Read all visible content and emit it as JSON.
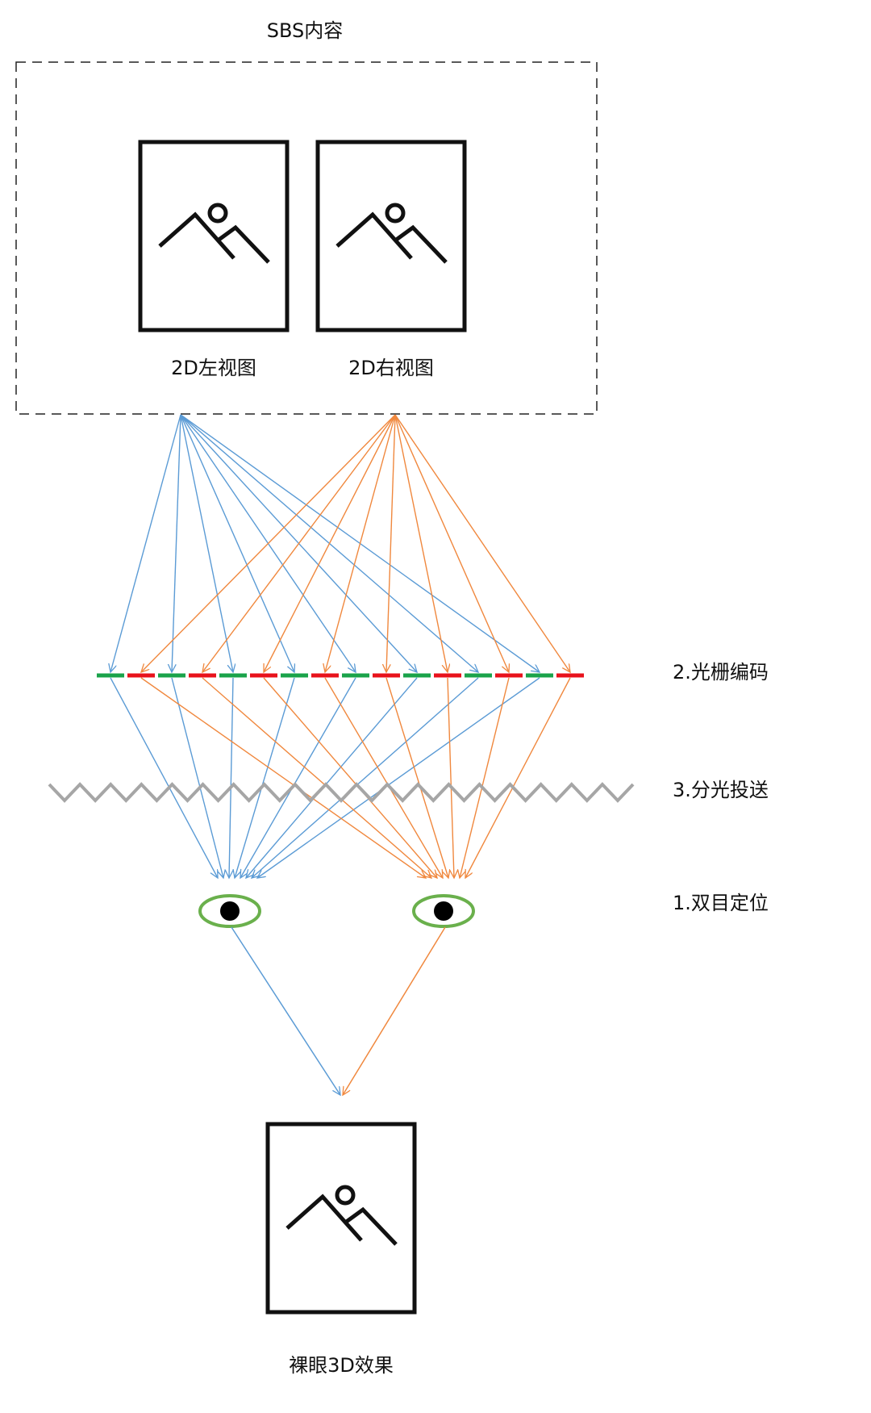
{
  "title": "SBS内容",
  "left_view_label": "2D左视图",
  "right_view_label": "2D右视图",
  "step_grating": "2.光栅编码",
  "step_splitting": "3.分光投送",
  "step_eye_tracking": "1.双目定位",
  "result_label": "裸眼3D效果",
  "colors": {
    "left_view_rays": "#5b9bd5",
    "right_view_rays": "#f0883e",
    "grating_green": "#1aa34a",
    "grating_red": "#e8121b",
    "prism": "#a6a6a6",
    "eye_ring": "#6ab04c",
    "frame": "#111111"
  },
  "icons": [
    "image-icon",
    "eye-icon",
    "prism-sawtooth"
  ],
  "grating_pattern": [
    "green",
    "red",
    "green",
    "red",
    "green",
    "red",
    "green",
    "red",
    "green",
    "red",
    "green",
    "red",
    "green",
    "red",
    "green",
    "red"
  ]
}
